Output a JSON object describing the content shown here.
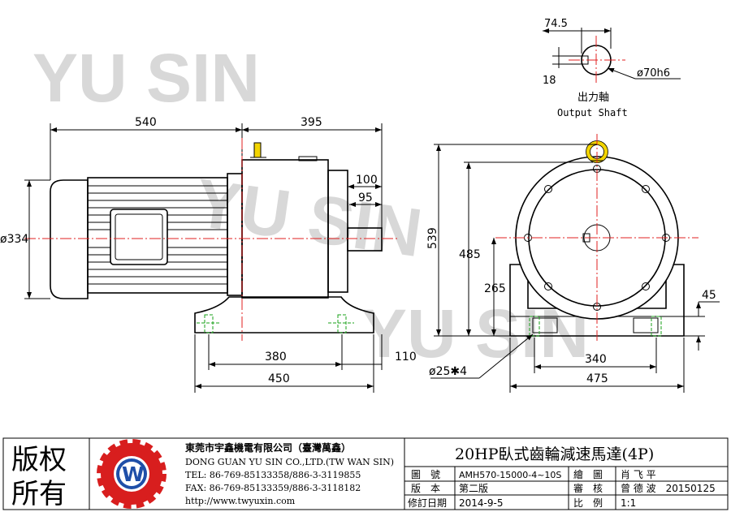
{
  "watermark": {
    "line1": "YU SIN",
    "line2": "YU SIN",
    "line3": "YU SIN"
  },
  "shaft": {
    "dim_width": "74.5",
    "dim_key": "18",
    "dim_dia": "ø70h6",
    "label_cn": "出力軸",
    "label_en": "Output Shaft"
  },
  "side_view": {
    "dim_motor": "540",
    "dim_reducer": "395",
    "dim_dia": "ø334",
    "dim_100": "100",
    "dim_95": "95",
    "dim_380": "380",
    "dim_110": "110",
    "dim_450": "450"
  },
  "front_view": {
    "dim_539": "539",
    "dim_485": "485",
    "dim_265": "265",
    "dim_45": "45",
    "dim_340": "340",
    "dim_475": "475",
    "dim_holes": "ø25✱4"
  },
  "title_block": {
    "copyright_1": "版权",
    "copyright_2": "所有",
    "logo_letter": "W",
    "company_cn": "東莞市宇鑫機電有限公司（臺灣萬鑫）",
    "company_en": "DONG GUAN YU SIN CO.,LTD.(TW WAN SIN)",
    "tel": "TEL: 86-769-85133358/886-3-3119855",
    "fax": "FAX: 86-769-85133359/886-3-3118182",
    "web": "http://www.twyuxin.com",
    "title": "20HP臥式齒輪減速馬達(4P)",
    "rows": [
      {
        "k1": "圖　號",
        "v1": "AMH570-15000-4~10S",
        "k2": "繪　圖",
        "v2": "肖 飞 平"
      },
      {
        "k1": "版　本",
        "v1": "第二版",
        "k2": "審　核",
        "v2": "曾 德 波　20150125"
      },
      {
        "k1": "修訂日期",
        "v1": "2014-9-5",
        "k2": "比　例",
        "v2": "1:1"
      }
    ]
  },
  "colors": {
    "centerline": "#e02020",
    "hidden": "#1aa01a",
    "logo_red": "#d81e1e",
    "logo_blue": "#1f4fa8"
  }
}
